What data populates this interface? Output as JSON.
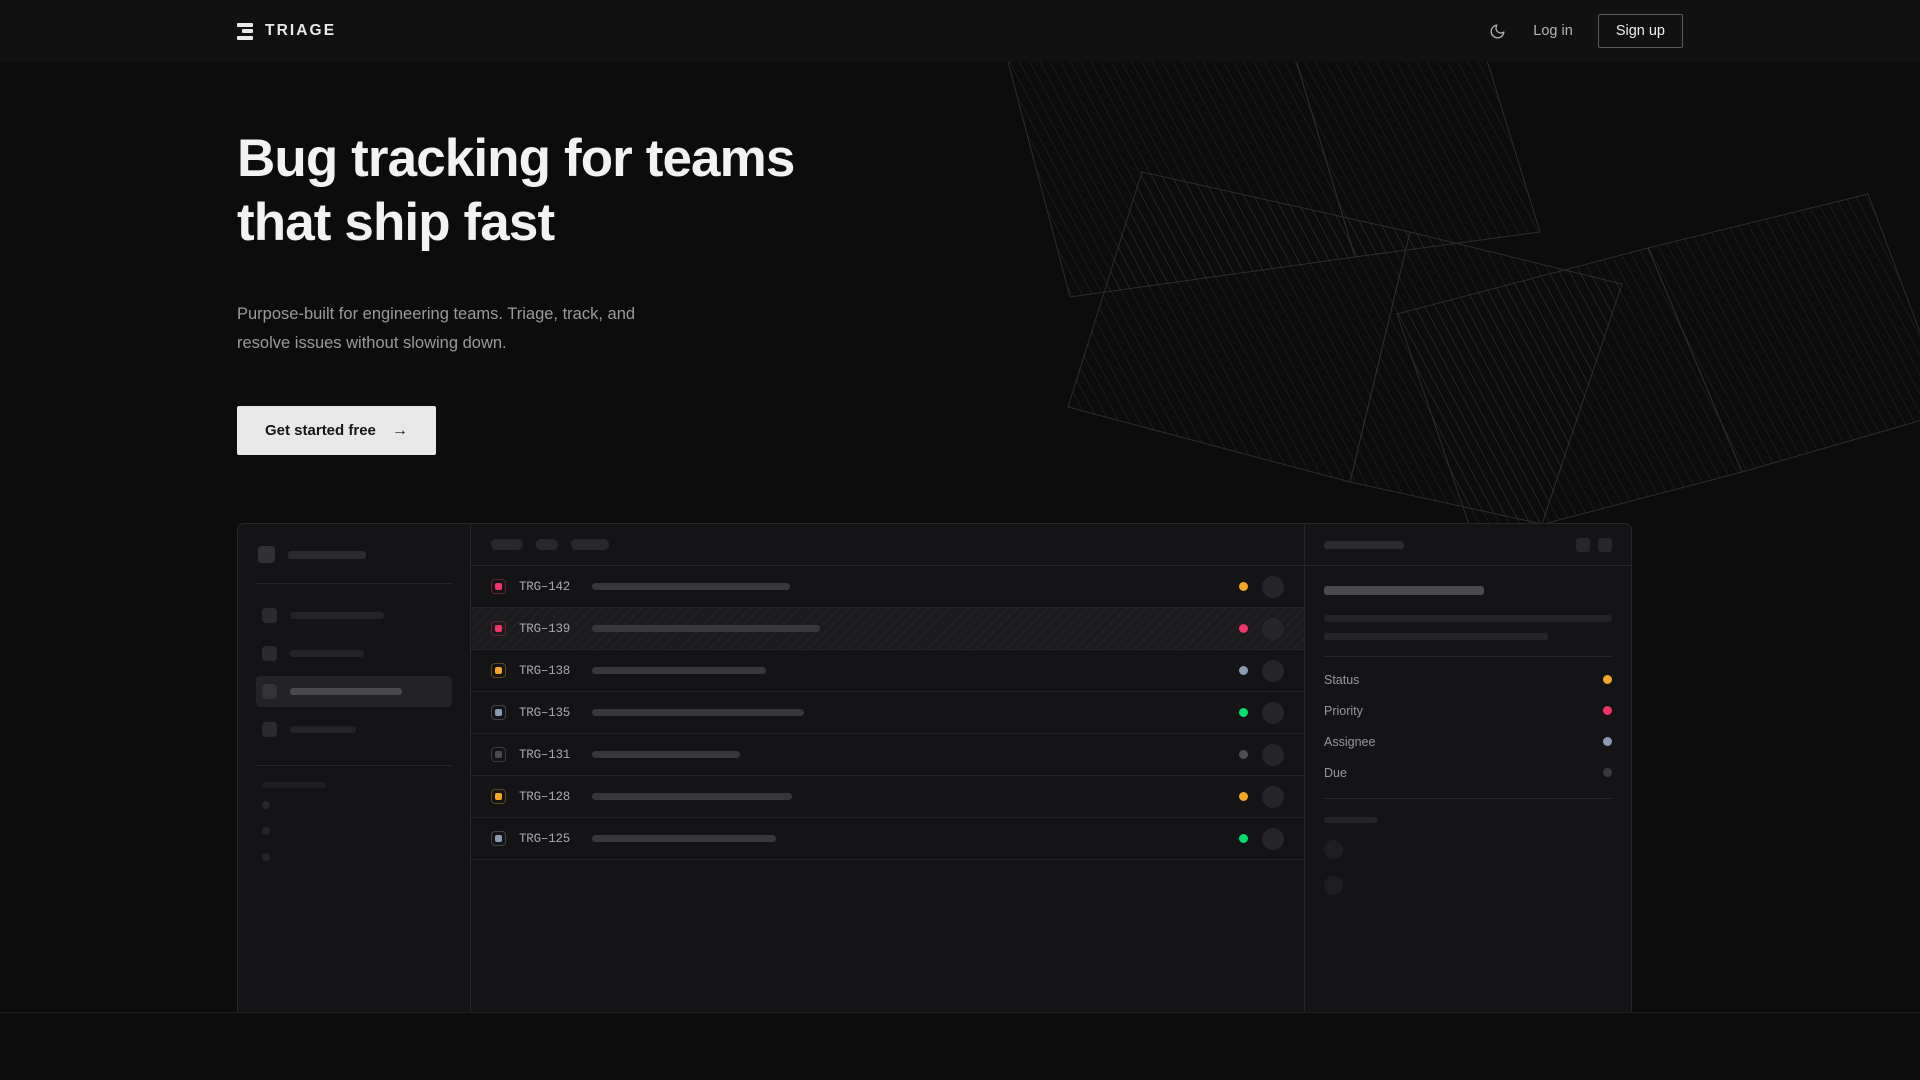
{
  "theme": {
    "page_bg": "#0c0c0d",
    "header_bg": "#111112",
    "accent_light": "#e8e8e8",
    "text_primary": "#f2f2f3",
    "text_muted": "#9a9a9d",
    "border": "#272729",
    "status_orange": "#f5a623",
    "status_pink": "#f0346a",
    "status_green": "#00e06b",
    "status_slate": "#8b9bb4",
    "status_grey": "#3a3a3e"
  },
  "header": {
    "brand": "TRIAGE",
    "brand_icon": "stacked-bars-icon",
    "theme_toggle_icon": "moon-icon",
    "login_label": "Log in",
    "signup_label": "Sign up"
  },
  "hero": {
    "headline": "Bug tracking for teams\nthat ship fast",
    "subhead": "Purpose-built for engineering teams. Triage, track, and\nresolve issues without slowing down.",
    "cta_label": "Get started free",
    "cta_arrow": "→"
  },
  "decor": {
    "type": "hatched-parallelogram-panels",
    "count": 3,
    "stroke": "#2a2a2c",
    "hatch_opacity": 0.14
  },
  "mockup": {
    "sidebar": {
      "logo_skeleton_width": 78,
      "nav_items": [
        {
          "label_width": 94,
          "active": false
        },
        {
          "label_width": 74,
          "active": false
        },
        {
          "label_width": 112,
          "active": true
        },
        {
          "label_width": 66,
          "active": false
        }
      ],
      "section_label_width": 64,
      "sub_items": [
        {
          "dot": true
        },
        {
          "dot": true
        },
        {
          "dot": true
        }
      ]
    },
    "list": {
      "header_chips": [
        32,
        22,
        38
      ],
      "rows": [
        {
          "id": "TRG–142",
          "icon_color": "#f0346a",
          "icon_border": "#5d2637",
          "title_width": 198,
          "status_dot": "#f5a623",
          "selected": false
        },
        {
          "id": "TRG–139",
          "icon_color": "#f0346a",
          "icon_border": "#5d2637",
          "title_width": 228,
          "status_dot": "#f0346a",
          "selected": true
        },
        {
          "id": "TRG–138",
          "icon_color": "#f5a623",
          "icon_border": "#5c4520",
          "title_width": 174,
          "status_dot": "#8b9bb4",
          "selected": false
        },
        {
          "id": "TRG–135",
          "icon_color": "#8b9bb4",
          "icon_border": "#3d434d",
          "title_width": 212,
          "status_dot": "#00e06b",
          "selected": false
        },
        {
          "id": "TRG–131",
          "icon_color": "#4a4a50",
          "icon_border": "#3a3a3f",
          "title_width": 148,
          "status_dot": "#4e4e54",
          "selected": false
        },
        {
          "id": "TRG–128",
          "icon_color": "#f5a623",
          "icon_border": "#5c4520",
          "title_width": 200,
          "status_dot": "#f5a623",
          "selected": false
        },
        {
          "id": "TRG–125",
          "icon_color": "#8b9bb4",
          "icon_border": "#3d434d",
          "title_width": 184,
          "status_dot": "#00e06b",
          "selected": false
        }
      ]
    },
    "detail": {
      "header_skeleton_width": 80,
      "action_buttons": 2,
      "title_skeleton_width": 160,
      "body_skeleton_widths": [
        288,
        224
      ],
      "meta": [
        {
          "label": "Status",
          "dot": "#f5a623"
        },
        {
          "label": "Priority",
          "dot": "#f0346a"
        },
        {
          "label": "Assignee",
          "dot": "#8b9bb4"
        },
        {
          "label": "Due",
          "dot": "#3a3a3e"
        }
      ],
      "footer_label_width": 54,
      "footer_avatars": 2
    }
  }
}
